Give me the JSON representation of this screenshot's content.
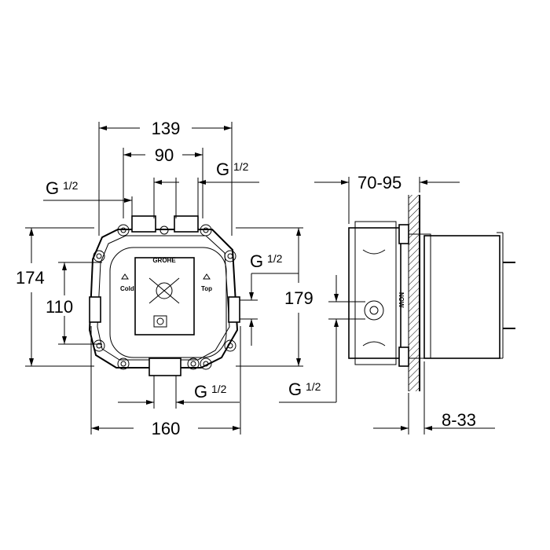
{
  "dimensions": {
    "width_139": "139",
    "width_90": "90",
    "thread_top_left": "G",
    "thread_top_right": "G",
    "thread_right": "G",
    "thread_bottom": "G",
    "thread_side_view": "G",
    "fraction": "1/2",
    "height_174": "174",
    "height_110": "110",
    "height_179": "179",
    "width_160": "160",
    "depth_70_95": "70-95",
    "depth_8_33": "8-33"
  },
  "logo": "GROHE",
  "labels": {
    "cold": "Cold",
    "top": "Top",
    "side_text": "NOW"
  }
}
